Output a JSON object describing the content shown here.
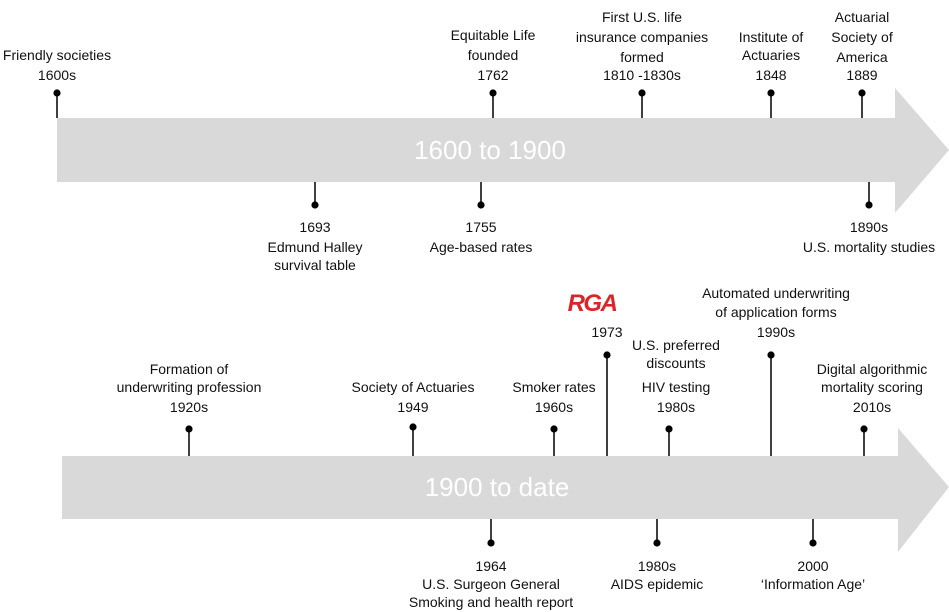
{
  "colors": {
    "arrow": "#d9d9d9",
    "stem": "#000000",
    "text": "#111111",
    "brand": "#d9262b"
  },
  "bands": [
    {
      "id": "band1",
      "label": "1600 to 1900"
    },
    {
      "id": "band2",
      "label": "1900 to date"
    }
  ],
  "brand_logo": {
    "text": "RGA"
  },
  "events": [
    {
      "id": "friendly-societies",
      "band": 1,
      "side": "above",
      "lines": [
        "Friendly societies",
        "1600s"
      ]
    },
    {
      "id": "equitable-life",
      "band": 1,
      "side": "above",
      "lines": [
        "Equitable Life",
        "founded",
        "1762"
      ]
    },
    {
      "id": "us-life-insurers",
      "band": 1,
      "side": "above",
      "lines": [
        "First U.S. life",
        "insurance companies",
        "formed",
        "1810 -1830s"
      ]
    },
    {
      "id": "institute-of-actuaries",
      "band": 1,
      "side": "above",
      "lines": [
        "Institute of",
        "Actuaries",
        "1848"
      ]
    },
    {
      "id": "actuarial-society-america",
      "band": 1,
      "side": "above",
      "lines": [
        "Actuarial",
        "Society of",
        "America",
        "1889"
      ]
    },
    {
      "id": "halley-table",
      "band": 1,
      "side": "below",
      "lines": [
        "1693",
        "Edmund Halley",
        "survival table"
      ]
    },
    {
      "id": "age-based-rates",
      "band": 1,
      "side": "below",
      "lines": [
        "1755",
        "Age-based rates"
      ]
    },
    {
      "id": "us-mortality-studies",
      "band": 1,
      "side": "below",
      "lines": [
        "1890s",
        "U.S. mortality studies"
      ]
    },
    {
      "id": "underwriting-profession",
      "band": 2,
      "side": "above",
      "lines": [
        "Formation of",
        "underwriting profession",
        "1920s"
      ]
    },
    {
      "id": "society-of-actuaries",
      "band": 2,
      "side": "above",
      "lines": [
        "Society of Actuaries",
        "1949"
      ]
    },
    {
      "id": "smoker-rates",
      "band": 2,
      "side": "above",
      "lines": [
        "Smoker rates",
        "1960s"
      ]
    },
    {
      "id": "rga-founded",
      "band": 2,
      "side": "above",
      "lines": [
        "1973"
      ]
    },
    {
      "id": "preferred-hiv",
      "band": 2,
      "side": "above",
      "lines": [
        "U.S. preferred",
        "discounts",
        "HIV testing",
        "1980s"
      ]
    },
    {
      "id": "automated-underwriting",
      "band": 2,
      "side": "above",
      "lines": [
        "Automated underwriting",
        "of application forms",
        "1990s"
      ]
    },
    {
      "id": "digital-scoring",
      "band": 2,
      "side": "above",
      "lines": [
        "Digital algorithmic",
        "mortality scoring",
        "2010s"
      ]
    },
    {
      "id": "surgeon-general",
      "band": 2,
      "side": "below",
      "lines": [
        "1964",
        "U.S. Surgeon General",
        "Smoking and health report"
      ]
    },
    {
      "id": "aids-epidemic",
      "band": 2,
      "side": "below",
      "lines": [
        "1980s",
        "AIDS  epidemic"
      ]
    },
    {
      "id": "information-age",
      "band": 2,
      "side": "below",
      "lines": [
        "2000",
        "‘Information Age’"
      ]
    }
  ]
}
